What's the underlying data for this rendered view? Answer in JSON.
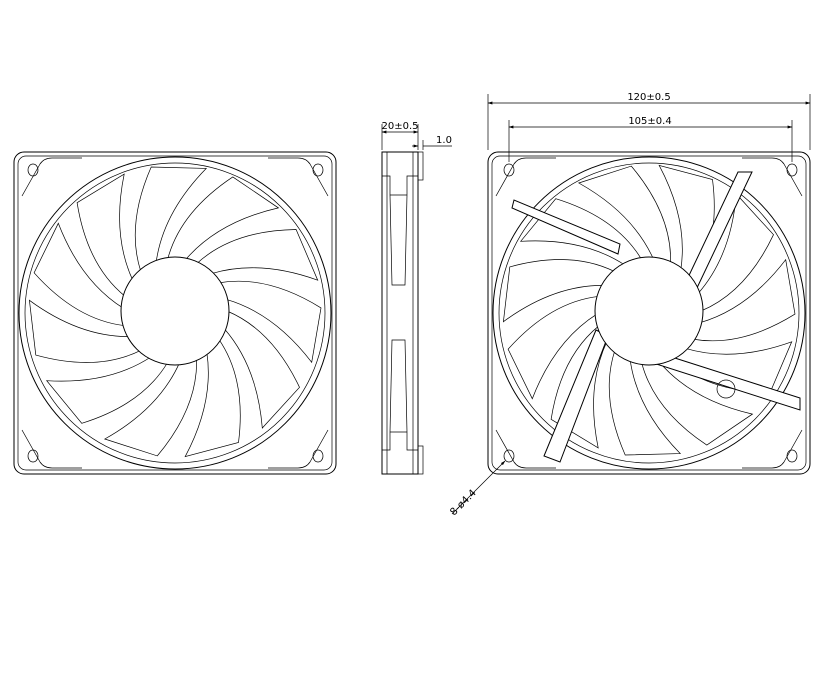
{
  "dimensions": {
    "overall_width": "120±0.5",
    "hole_spacing": "105±0.4",
    "thickness": "20±0.5",
    "offset": "1.0",
    "mounting_hole": "8-ø4.4"
  },
  "colors": {
    "line": "#000000",
    "background": "#ffffff"
  }
}
